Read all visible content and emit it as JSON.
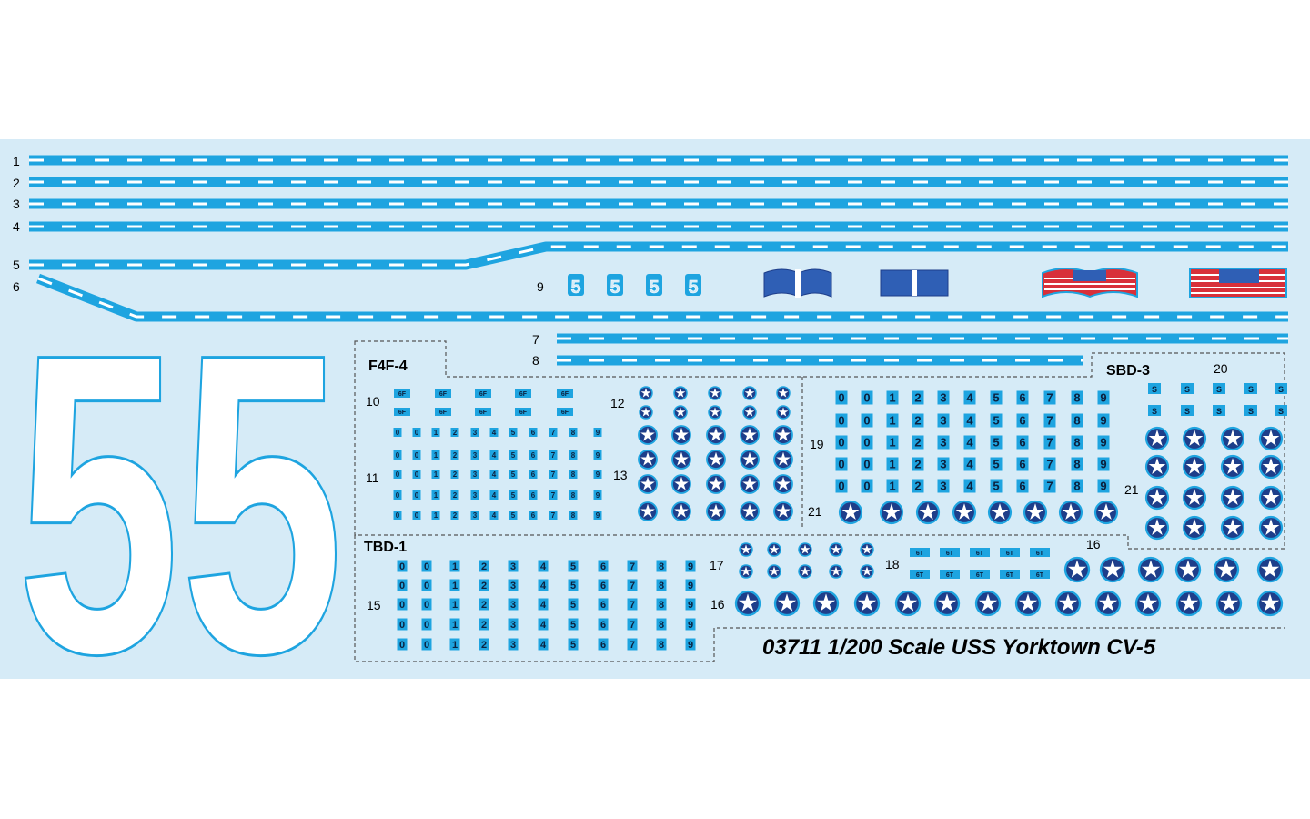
{
  "colors": {
    "sheet": "#d6ebf7",
    "decal_blue": "#1ea4e0",
    "roundel_navy": "#1e3e8a",
    "flag_red": "#d8303a",
    "flag_blue": "#2f5fb5",
    "dash_white": "#ffffff",
    "text": "#111111"
  },
  "title": "03711 1/200 Scale USS Yorktown CV-5",
  "big_number": "55",
  "hull_numeral": "5",
  "stripe_labels": [
    "1",
    "2",
    "3",
    "4",
    "5",
    "6",
    "7",
    "8"
  ],
  "labels": {
    "n9": "9",
    "n10": "10",
    "n11": "11",
    "n12": "12",
    "n13": "13",
    "n15": "15",
    "n16a": "16",
    "n16b": "16",
    "n17": "17",
    "n18": "18",
    "n19": "19",
    "n20": "20",
    "n21a": "21",
    "n21b": "21"
  },
  "aircraft": {
    "f4f": "F4F-4",
    "sbd": "SBD-3",
    "tbd": "TBD-1"
  },
  "code_text": {
    "f4f_code": "6F",
    "sbd_code": "S",
    "tbd_code": "6T"
  },
  "digits": [
    "0",
    "0",
    "1",
    "2",
    "3",
    "4",
    "5",
    "6",
    "7",
    "8",
    "9"
  ]
}
